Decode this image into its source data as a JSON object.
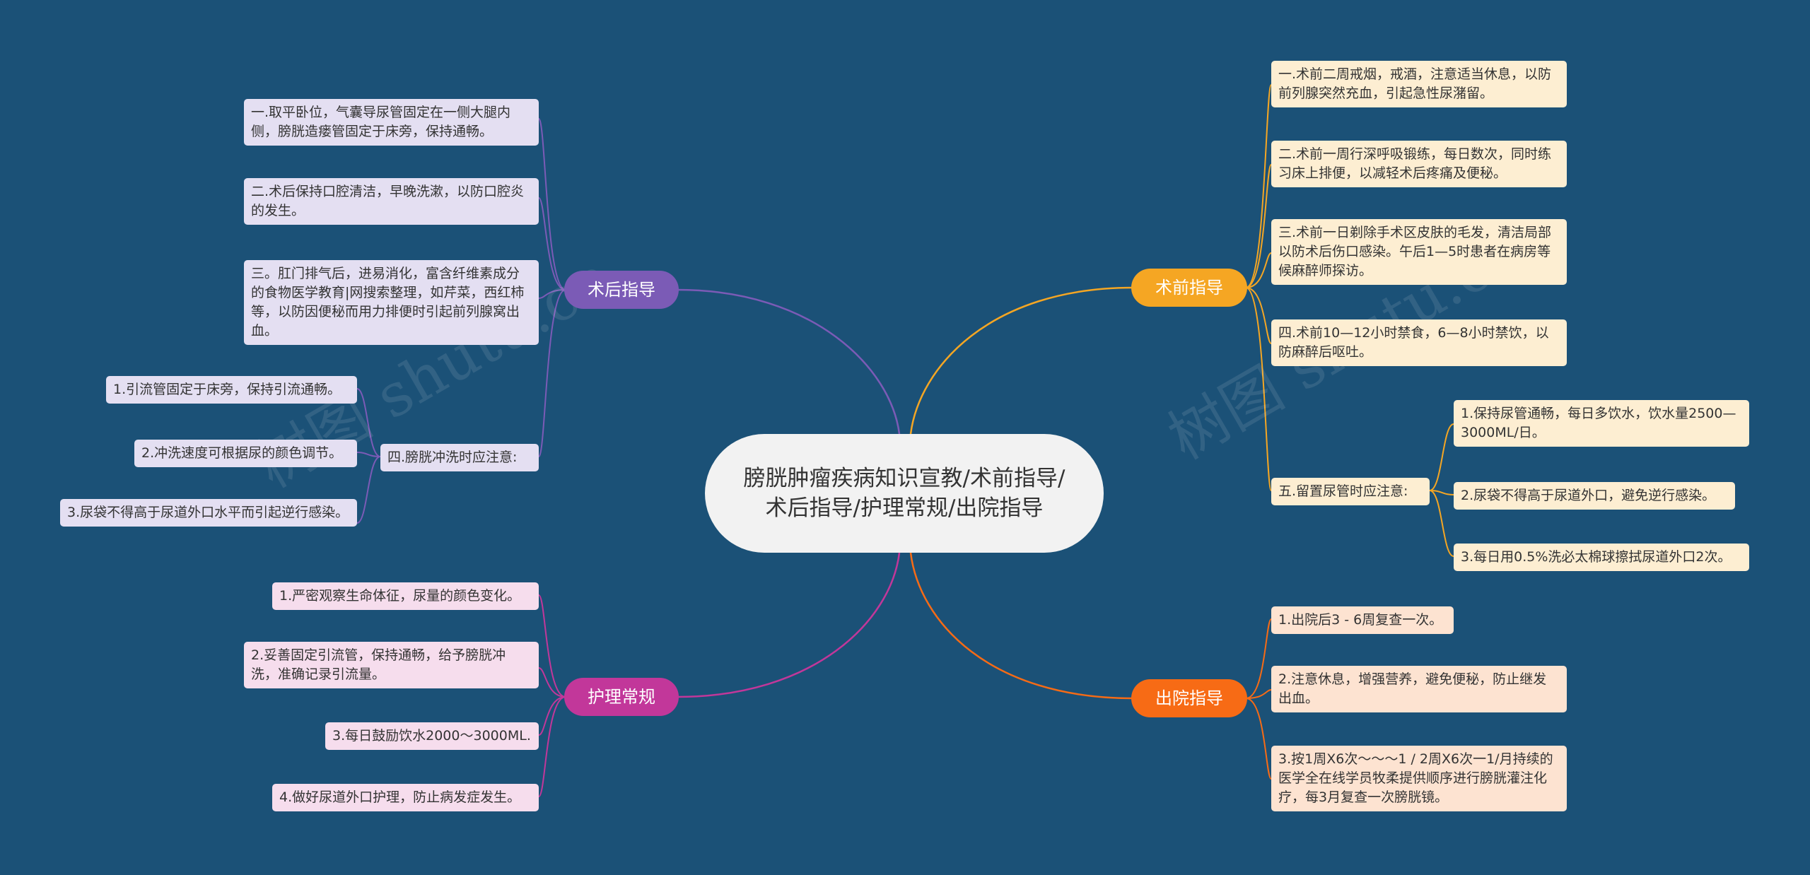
{
  "center": {
    "title": "膀胱肿瘤疾病知识宣教/术前指导/术后指导/护理常规/出院指导"
  },
  "colors": {
    "background": "#1b5177",
    "purple": "#7b5bb6",
    "magenta": "#c2379a",
    "orange": "#f5a623",
    "deep_orange": "#f76b15"
  },
  "branches": {
    "postop": {
      "label": "术后指导",
      "color": "#7b5bb6"
    },
    "care": {
      "label": "护理常规",
      "color": "#c2379a"
    },
    "preop": {
      "label": "术前指导",
      "color": "#f5a623"
    },
    "discharge": {
      "label": "出院指导",
      "color": "#f76b15"
    }
  },
  "postop": {
    "items": [
      "一.取平卧位，气囊导尿管固定在一侧大腿内侧，膀胱造瘘管固定于床旁，保持通畅。",
      "二.术后保持口腔清洁，早晚洗漱，以防口腔炎的发生。",
      "三。肛门排气后，进易消化，富含纤维素成分的食物医学教育|网搜索整理，如芹菜，西红柿等，以防因便秘而用力排便时引起前列腺窝出血。",
      "四.膀胱冲洗时应注意:"
    ],
    "sub": [
      "1.引流管固定于床旁，保持引流通畅。",
      "2.冲洗速度可根据尿的颜色调节。",
      "3.尿袋不得高于尿道外口水平而引起逆行感染。"
    ]
  },
  "care": {
    "items": [
      "1.严密观察生命体征，尿量的颜色变化。",
      "2.妥善固定引流管，保持通畅，给予膀胱冲洗，准确记录引流量。",
      "3.每日鼓励饮水2000～3000ML.",
      "4.做好尿道外口护理，防止病发症发生。"
    ]
  },
  "preop": {
    "items": [
      "一.术前二周戒烟，戒酒，注意适当休息，以防前列腺突然充血，引起急性尿潴留。",
      "二.术前一周行深呼吸锻练，每日数次，同时练习床上排便，以减轻术后疼痛及便秘。",
      "三.术前一日剃除手术区皮肤的毛发，清洁局部以防术后伤口感染。午后1—5时患者在病房等候麻醉师探访。",
      "四.术前10—12小时禁食，6—8小时禁饮，以防麻醉后呕吐。",
      "五.留置尿管时应注意:"
    ],
    "sub": [
      "1.保持尿管通畅，每日多饮水，饮水量2500—3000ML/日。",
      "2.尿袋不得高于尿道外口，避免逆行感染。",
      "3.每日用0.5%洗必太棉球擦拭尿道外口2次。"
    ]
  },
  "discharge": {
    "items": [
      "1.出院后3 - 6周复查一次。",
      "2.注意休息，增强营养，避免便秘，防止继发出血。",
      "3.按1周X6次～～～1 / 2周X6次一1/月持续的医学全在线学员牧柔提供顺序进行膀胱灌注化疗，每3月复查一次膀胱镜。"
    ]
  },
  "watermark": {
    "text": "树图 shutu.cn"
  }
}
